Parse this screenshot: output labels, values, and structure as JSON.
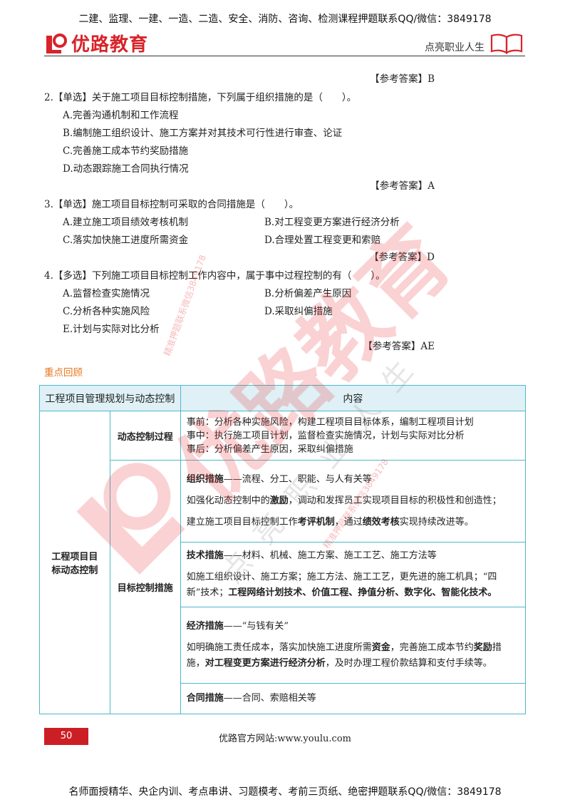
{
  "top_banner": "二建、监理、一建、一造、二造、安全、消防、咨询、检测课程押题联系QQ/微信：3849178",
  "header": {
    "logo_text": "优路教育",
    "slogan": "点亮职业人生"
  },
  "questions": {
    "prev_answer": "【参考答案】B",
    "q2": {
      "stem": "2.【单选】关于施工项目目标控制措施，下列属于组织措施的是（　　）。",
      "options": [
        "A.完善沟通机制和工作流程",
        "B.编制施工组织设计、施工方案并对其技术可行性进行审查、论证",
        "C.完善施工成本节约奖励措施",
        "D.动态跟踪施工合同执行情况"
      ],
      "answer": "【参考答案】A"
    },
    "q3": {
      "stem": "3.【单选】施工项目目标控制可采取的合同措施是（　　）。",
      "options": [
        "A.建立施工项目绩效考核机制",
        "B.对工程变更方案进行经济分析",
        "C.落实加快施工进度所需资金",
        "D.合理处置工程变更和索赔"
      ],
      "answer": "【参考答案】D"
    },
    "q4": {
      "stem": "4.【多选】下列施工项目目标控制工作内容中，属于事中过程控制的有（　　）。",
      "options": [
        "A.监督检查实施情况",
        "B.分析偏差产生原因",
        "C.分析各种实施风险",
        "D.采取纠偏措施",
        "E.计划与实际对比分析"
      ],
      "answer": "【参考答案】AE"
    }
  },
  "review": {
    "title": "重点回顾",
    "header_col1": "工程项目管理规划与动态控制",
    "header_col2": "内容",
    "main_label": "工程项目目标动态控制",
    "process_label": "动态控制过程",
    "process_lines": [
      "事前：分析各种实施风险，构建工程项目目标体系，编制工程项目计划",
      "事中：执行施工项目计划，监督检查实施情况，计划与实际对比分析",
      "事后：分析偏差产生原因，采取纠偏措施"
    ],
    "measures_label": "目标控制措施",
    "org": {
      "title": "组织措施",
      "title_suffix": "——流程、分工、职能、与人有关等",
      "l1a": "如强化动态控制中的",
      "l1b": "激励",
      "l1c": "，调动和发挥员工实现项目目标的积极性和创造性；",
      "l2a": "建立施工项目目标控制工作",
      "l2b": "考评机制",
      "l2c": "，通过",
      "l2d": "绩效考核",
      "l2e": "实现持续改进等。"
    },
    "tech": {
      "title": "技术措施",
      "title_suffix": "——材料、机械、施工方案、施工工艺、施工方法等",
      "l1a": "如施工组织设计、施工方案；施工方法、施工工艺，更先进的施工机具；“四新”技术；",
      "l1b": "工程网络计划技术、价值工程、挣值分析、数字化、智能化技术。"
    },
    "econ": {
      "title": "经济措施",
      "title_suffix": "——“与钱有关”",
      "l1a": "如明确施工责任成本，落实加快施工进度所需",
      "l1b": "资金",
      "l1c": "，完善施工成本节约",
      "l1d": "奖励",
      "l2a": "措施，",
      "l2b": "对工程变更方案进行经济分析",
      "l2c": "，及时办理工程价款结算和支付手续等。"
    },
    "contract": {
      "title": "合同措施",
      "title_suffix": "——合同、索赔相关等"
    }
  },
  "watermark": {
    "text_big": "优路教育",
    "text_small": "精准押题联系微信3849178",
    "slogan": "点亮职业人生"
  },
  "footer": {
    "page_number": "50",
    "site": "优路官方网站:www.youlu.com",
    "bottom_banner": "名师面授精华、央企内训、考点串讲、习题模考、考前三页纸、绝密押题联系QQ/微信：3849178"
  },
  "colors": {
    "brand": "#d8232a",
    "table_border": "#4fb7c9",
    "table_header_bg": "#dff1f6",
    "review_title": "#e8761e"
  }
}
